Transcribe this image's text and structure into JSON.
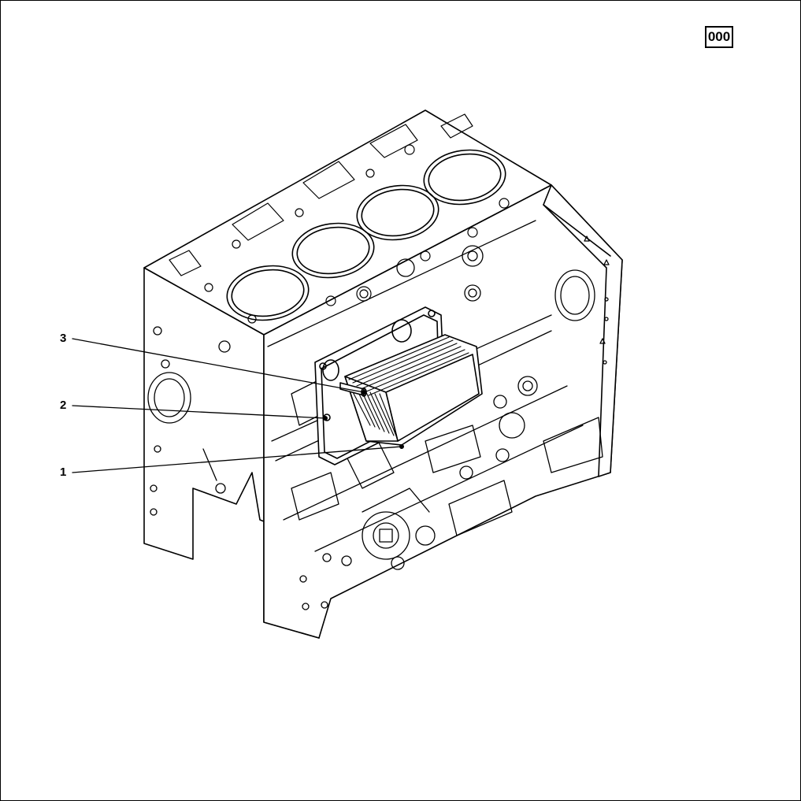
{
  "reference_code": "000",
  "callouts": [
    {
      "number": "3"
    },
    {
      "number": "2"
    },
    {
      "number": "1"
    }
  ],
  "colors": {
    "line": "#000000",
    "background": "#ffffff"
  }
}
